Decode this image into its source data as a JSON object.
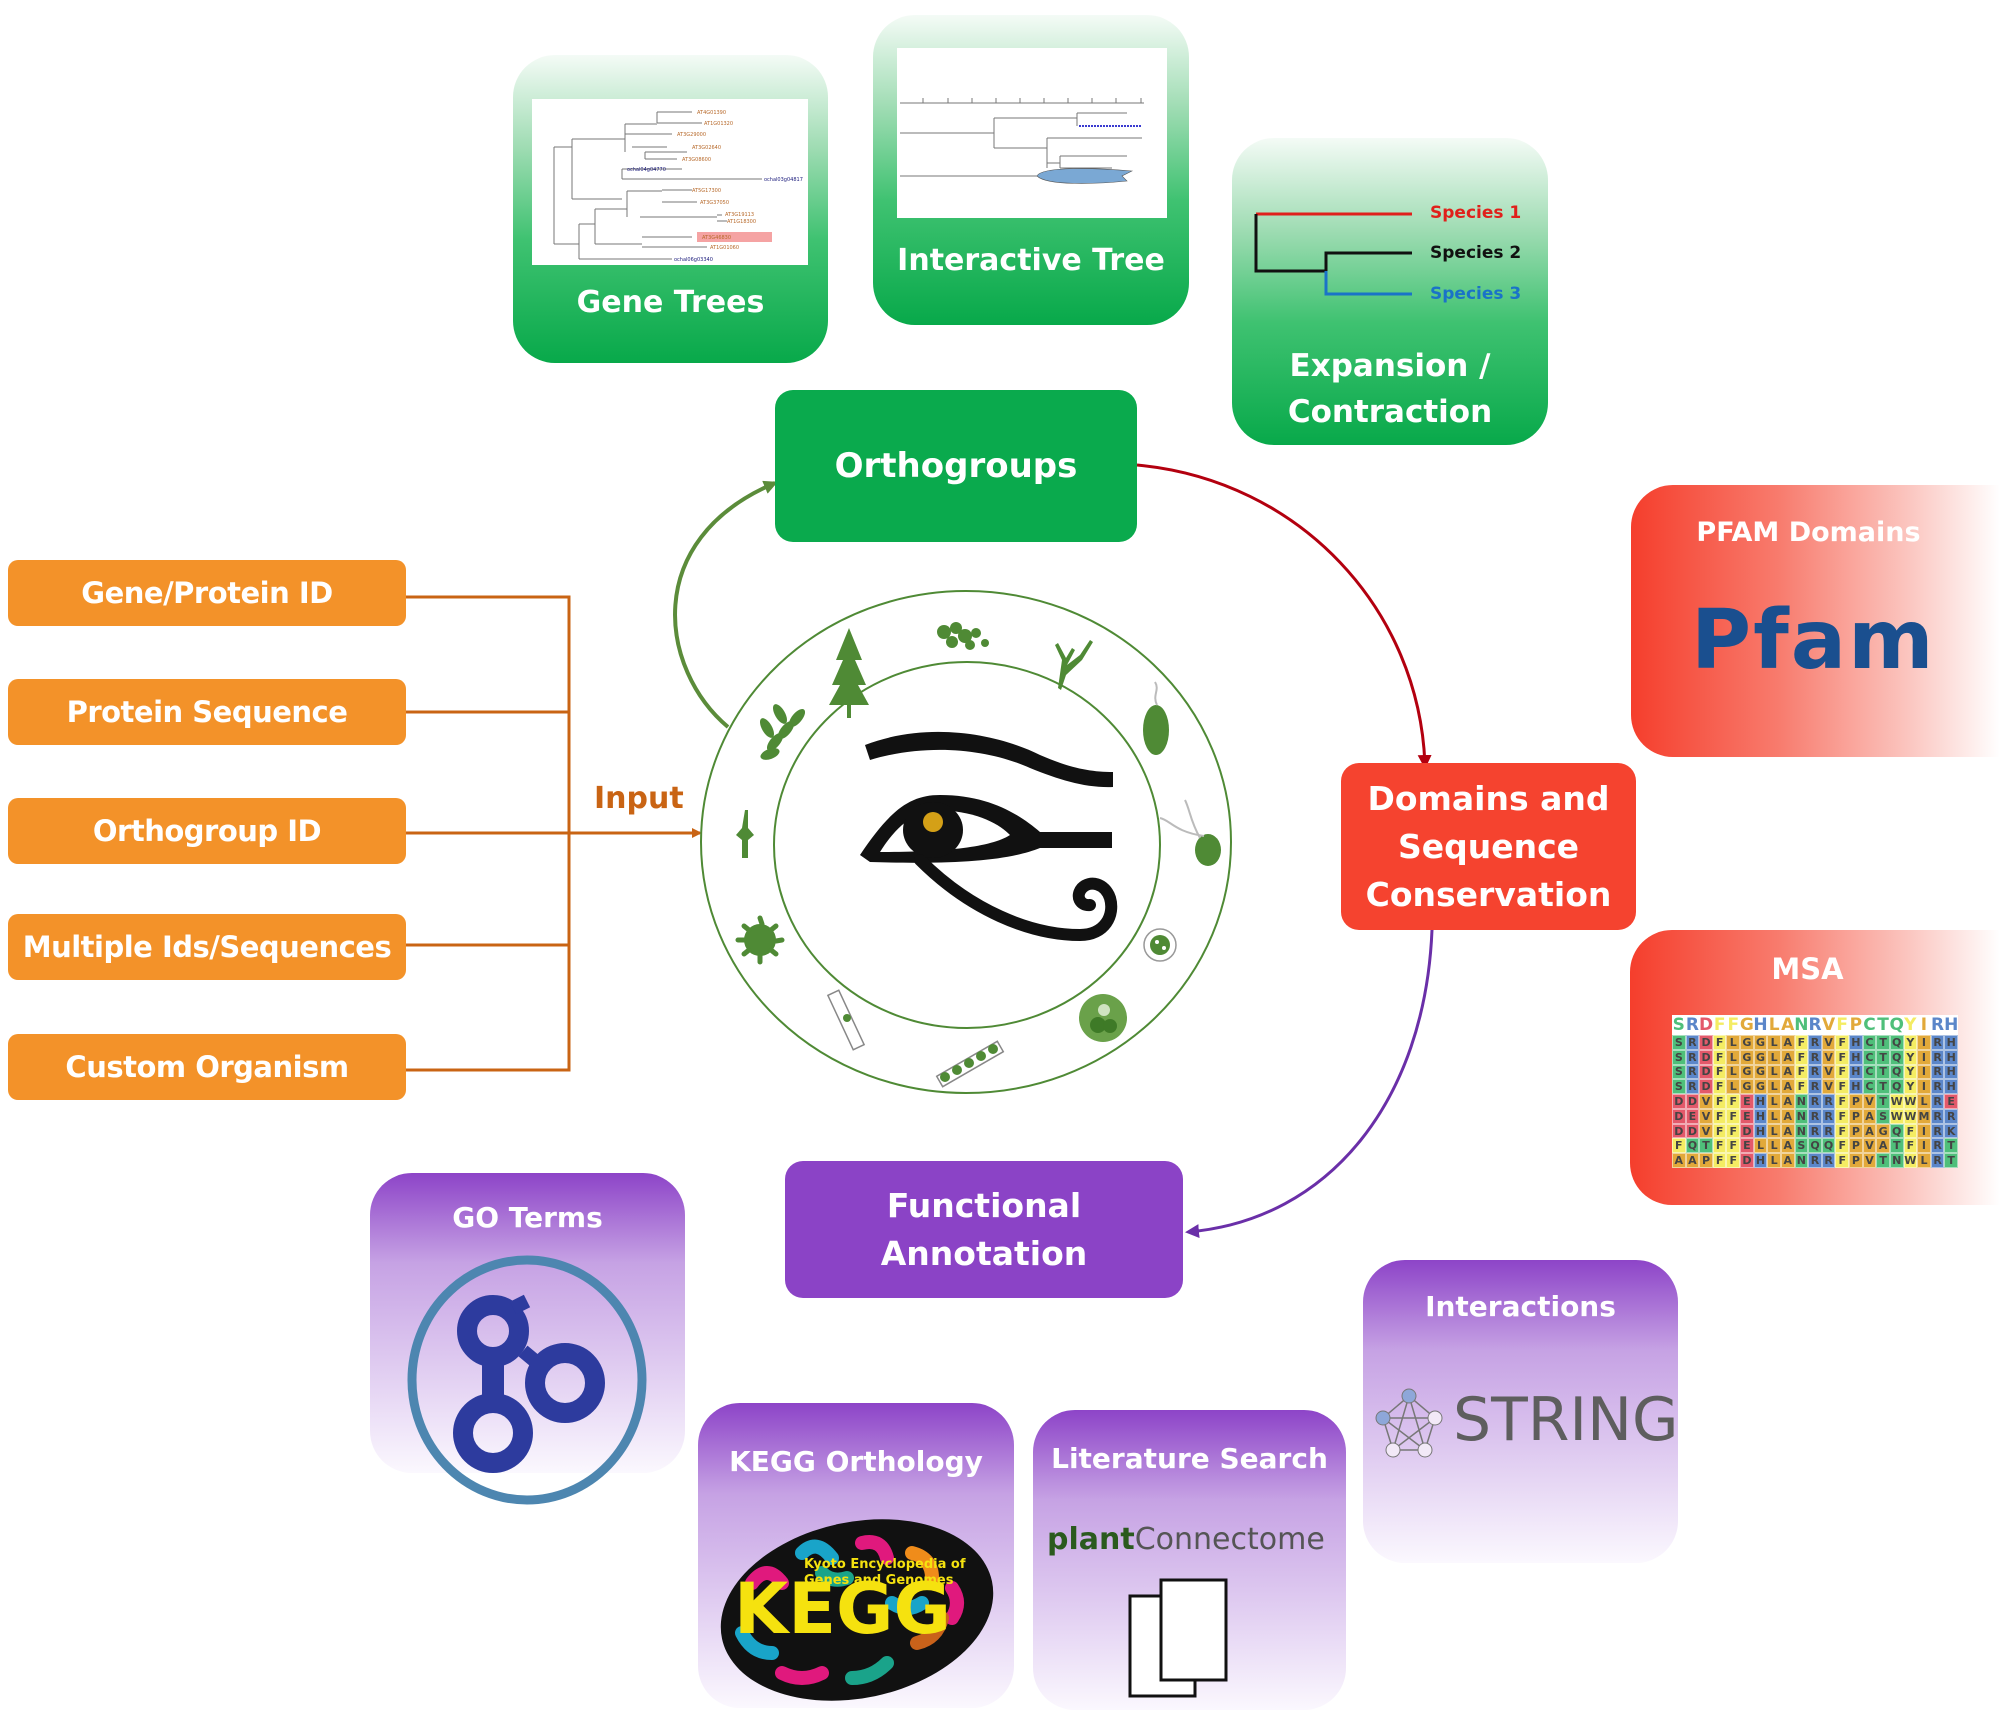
{
  "inputs": {
    "items": [
      {
        "label": "Gene/Protein ID"
      },
      {
        "label": "Protein Sequence"
      },
      {
        "label": "Orthogroup ID"
      },
      {
        "label": "Multiple Ids/Sequences"
      },
      {
        "label": "Custom Organism"
      }
    ],
    "arrow_label": "Input"
  },
  "core": {
    "orthogroups": "Orthogroups",
    "domains": {
      "line1": "Domains and",
      "line2": "Sequence",
      "line3": "Conservation"
    },
    "functional": {
      "line1": "Functional",
      "line2": "Annotation"
    }
  },
  "green_cards": {
    "gene_trees": {
      "title": "Gene Trees",
      "icon": "phylogenetic-tree-screenshot"
    },
    "interactive_tree": {
      "title": "Interactive Tree",
      "icon": "interactive-tree-screenshot"
    },
    "expansion": {
      "title_line1": "Expansion /",
      "title_line2": "Contraction",
      "species": [
        {
          "label": "Species 1",
          "color": "#e0201b"
        },
        {
          "label": "Species 2",
          "color": "#111111"
        },
        {
          "label": "Species 3",
          "color": "#1a73c8"
        }
      ]
    }
  },
  "red_cards": {
    "pfam": {
      "title": "PFAM Domains",
      "logo_text": "Pfam",
      "logo_color": "#1a4f8f"
    },
    "msa": {
      "title": "MSA",
      "logo_row": "SRDFFGHLANRVFPCTQYIRH",
      "rows": [
        "SRDFLGGLAFRVFHCTQYIRH",
        "SRDFLGGLAFRVFHCTQYIRH",
        "SRDFLGGLAFRVFHCTQYIRH",
        "SRDFLGGLAFRVFHCTQYIRH",
        "DDVFFEHLANRRFPVTWWLRE",
        "DEVFFEHLANRRFPASWWMRR",
        "DDVFFDHLANRRFPAGQFIRK",
        "FQTFFELLASQQFPVATFIRT",
        "AAPFFDHLANRRFPVTNWLRT"
      ],
      "residue_colors": {
        "green": "#4fbf7a",
        "blue": "#5b86c9",
        "red": "#e3596a",
        "yellow": "#f4ec63",
        "orange": "#e2a93a"
      }
    }
  },
  "purple_cards": {
    "go": {
      "title": "GO Terms",
      "logo": "go"
    },
    "kegg": {
      "title": "KEGG Orthology",
      "logo_big": "KEGG",
      "logo_sub1": "Kyoto Encyclopedia of",
      "logo_sub2": "Genes and Genomes"
    },
    "literature": {
      "title": "Literature Search",
      "logo_part1": "plant",
      "logo_part2": "Connectome"
    },
    "interactions": {
      "title": "Interactions",
      "logo_text": "STRING"
    }
  },
  "colors": {
    "green": "#0aaa4d",
    "orange": "#f39229",
    "red": "#f5432f",
    "purple": "#8b43c6",
    "arrow_green": "#5b8c3a",
    "arrow_red": "#b3000f",
    "arrow_purple": "#6a2fa8",
    "arrow_orange": "#c96414"
  }
}
